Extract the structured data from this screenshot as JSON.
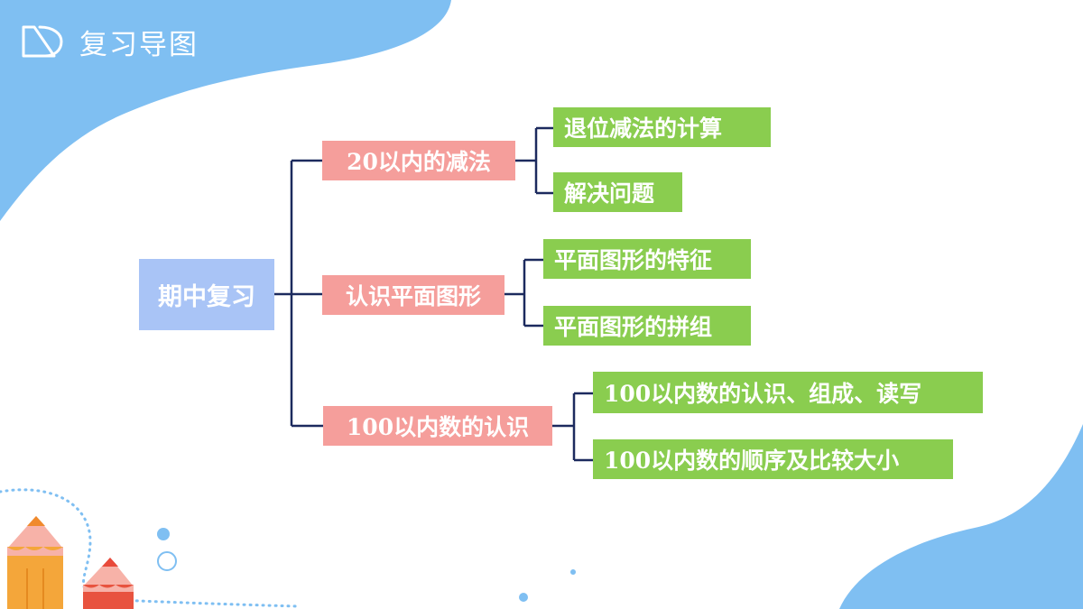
{
  "header": {
    "title": "复习导图"
  },
  "mindmap": {
    "root": "期中复习",
    "branches": [
      {
        "label": "20以内的减法",
        "children": [
          "退位减法的计算",
          "解决问题"
        ]
      },
      {
        "label": "认识平面图形",
        "children": [
          "平面图形的特征",
          "平面图形的拼组"
        ]
      },
      {
        "label": "100以内数的认识",
        "children": [
          "100以内数的认识、组成、读写",
          "100以内数的顺序及比较大小"
        ]
      }
    ]
  },
  "colors": {
    "root": "#a9c4f6",
    "branch": "#f59e9b",
    "leaf": "#8acd4f",
    "connector": "#1c2a5e",
    "decor_blue": "#7fbff2"
  }
}
